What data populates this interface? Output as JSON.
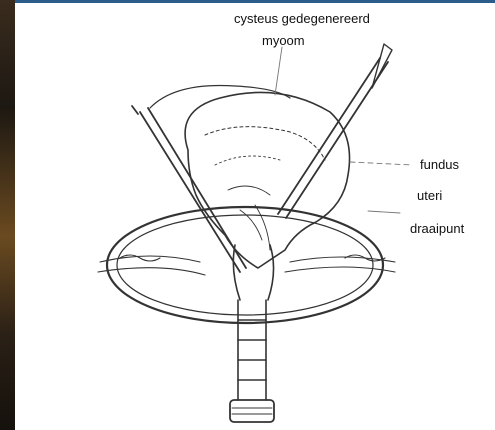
{
  "labels": {
    "cysteus": "cysteus gedegenereerd",
    "myoom": "myoom",
    "fundus": "fundus",
    "uteri": "uteri",
    "draaipunt": "draaipunt"
  },
  "colors": {
    "topbar": "#2c5d8a",
    "sidebar": "#2a2016",
    "ink": "#333333"
  }
}
